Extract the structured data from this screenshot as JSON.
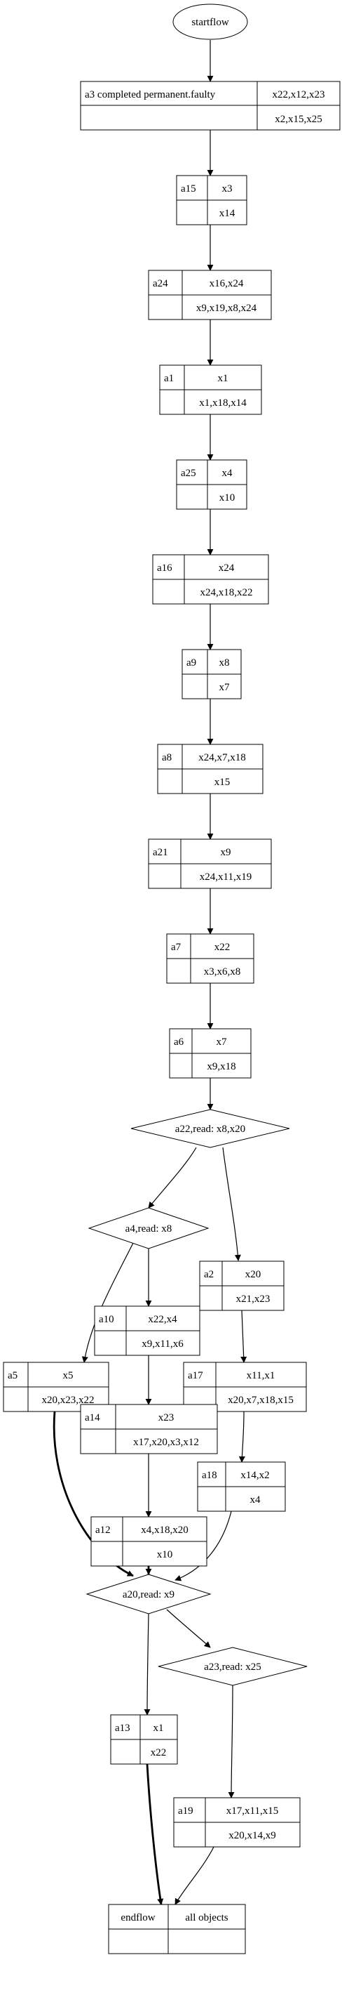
{
  "flow": {
    "start": "startflow",
    "end": {
      "label": "endflow",
      "value": "all objects"
    },
    "activities": {
      "a3": {
        "label": "a3 completed permanent.faulty",
        "writes": "x22,x12,x23",
        "reads": "x2,x15,x25"
      },
      "a15": {
        "label": "a15",
        "writes": "x3",
        "reads": "x14"
      },
      "a24": {
        "label": "a24",
        "writes": "x16,x24",
        "reads": "x9,x19,x8,x24"
      },
      "a1": {
        "label": "a1",
        "writes": "x1",
        "reads": "x1,x18,x14"
      },
      "a25": {
        "label": "a25",
        "writes": "x4",
        "reads": "x10"
      },
      "a16": {
        "label": "a16",
        "writes": "x24",
        "reads": "x24,x18,x22"
      },
      "a9": {
        "label": "a9",
        "writes": "x8",
        "reads": "x7"
      },
      "a8": {
        "label": "a8",
        "writes": "x24,x7,x18",
        "reads": "x15"
      },
      "a21": {
        "label": "a21",
        "writes": "x9",
        "reads": "x24,x11,x19"
      },
      "a7": {
        "label": "a7",
        "writes": "x22",
        "reads": "x3,x6,x8"
      },
      "a6": {
        "label": "a6",
        "writes": "x7",
        "reads": "x9,x18"
      },
      "a2": {
        "label": "a2",
        "writes": "x20",
        "reads": "x21,x23"
      },
      "a10": {
        "label": "a10",
        "writes": "x22,x4",
        "reads": "x9,x11,x6"
      },
      "a5": {
        "label": "a5",
        "writes": "x5",
        "reads": "x20,x23,x22"
      },
      "a17": {
        "label": "a17",
        "writes": "x11,x1",
        "reads": "x20,x7,x18,x15"
      },
      "a14": {
        "label": "a14",
        "writes": "x23",
        "reads": "x17,x20,x3,x12"
      },
      "a18": {
        "label": "a18",
        "writes": "x14,x2",
        "reads": "x4"
      },
      "a12": {
        "label": "a12",
        "writes": "x4,x18,x20",
        "reads": "x10"
      },
      "a13": {
        "label": "a13",
        "writes": "x1",
        "reads": "x22"
      },
      "a19": {
        "label": "a19",
        "writes": "x17,x11,x15",
        "reads": "x20,x14,x9"
      }
    },
    "decisions": {
      "a22": "a22,read: x8,x20",
      "a4": "a4,read: x8",
      "a20": "a20,read: x9",
      "a23": "a23,read: x25"
    }
  }
}
